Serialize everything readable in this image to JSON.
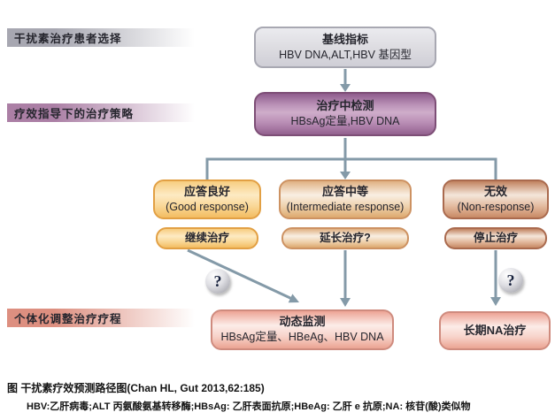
{
  "section_bars": {
    "patient_selection": "干扰素治疗患者选择",
    "efficacy_guided_strategy": "疗效指导下的治疗策略",
    "individualized_adjustment": "个体化调整治疗疗程"
  },
  "boxes": {
    "baseline": {
      "title": "基线指标",
      "subtitle": "HBV DNA,ALT,HBV 基因型"
    },
    "on_treatment_monitoring": {
      "title": "治疗中检测",
      "subtitle": "HBsAg定量,HBV DNA"
    },
    "good_response": {
      "title": "应答良好",
      "subtitle": "(Good response)"
    },
    "intermediate_response": {
      "title": "应答中等",
      "subtitle": "(Intermediate response)"
    },
    "non_response": {
      "title": "无效",
      "subtitle": "(Non-response)"
    },
    "continue_treatment": {
      "label": "继续治疗"
    },
    "extend_treatment": {
      "label": "延长治疗?"
    },
    "stop_treatment": {
      "label": "停止治疗"
    },
    "dynamic_monitoring": {
      "title": "动态监测",
      "subtitle": "HBsAg定量、HBeAg、HBV DNA"
    },
    "longterm_na": {
      "label": "长期NA治疗"
    }
  },
  "question_mark": "?",
  "caption": {
    "line1": "图 干扰素疗效预测路径图(Chan HL, Gut 2013,62:185)",
    "line2": "HBV:乙肝病毒;ALT 丙氨酸氨基转移酶;HBsAg: 乙肝表面抗原;HBeAg: 乙肝 e 抗原;NA: 核苷(酸)类似物"
  },
  "colors": {
    "arrow": "#849aa8",
    "bar_gray": "#a7a7b1",
    "bar_purple": "#ab7fa5",
    "bar_pink": "#dd8f80",
    "gray_border": "#a8a8b2",
    "purple_border": "#7d4e76",
    "orange_border": "#e2a044",
    "tan_border": "#cd9262",
    "salmon_border": "#aa6a4e",
    "pink_border": "#cf8b7e"
  }
}
